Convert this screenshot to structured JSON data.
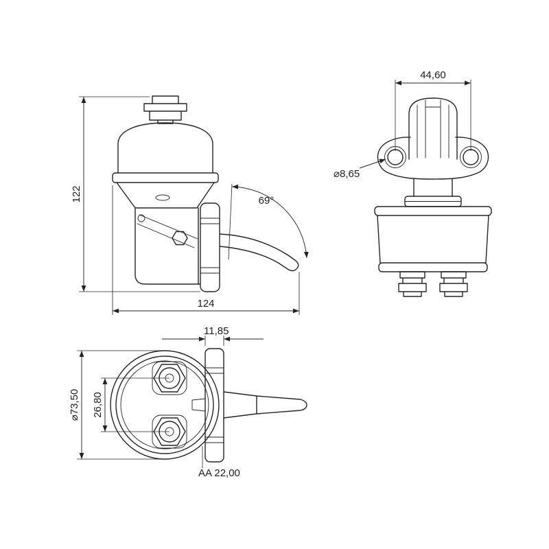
{
  "drawing": {
    "background_color": "#ffffff",
    "line_color": "#232323",
    "views": {
      "side": {
        "dims": {
          "height": "122",
          "width": "124",
          "lever_angle": "69°"
        }
      },
      "front": {
        "dims": {
          "hole_spacing": "44,60",
          "hole_diameter": "⌀8,65"
        }
      },
      "bottom": {
        "dims": {
          "flange_offset": "11,85",
          "port_spacing": "26,80",
          "body_diameter": "⌀73,50",
          "section_label": "AA 22,00"
        }
      }
    }
  }
}
